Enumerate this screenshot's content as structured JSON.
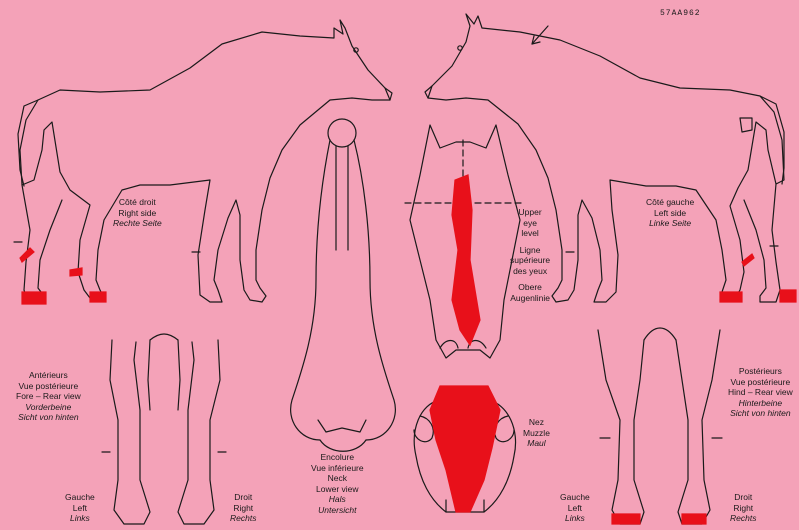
{
  "reference_code": "57AA962",
  "colors": {
    "background": "#f4a2b8",
    "ink": "#1a1a1a",
    "marking": "#e8101a"
  },
  "labels": {
    "right_side": {
      "fr": "Côté droit",
      "en": "Right side",
      "de": "Rechte Seite"
    },
    "left_side": {
      "fr": "Côté gauche",
      "en": "Left side",
      "de": "Linke Seite"
    },
    "eye_level": {
      "en_1": "Upper",
      "en_2": "eye",
      "en_3": "level",
      "fr_1": "Ligne",
      "fr_2": "supérieure",
      "fr_3": "des yeux",
      "de_1": "Obere",
      "de_2": "Augenlinie"
    },
    "muzzle": {
      "fr": "Nez",
      "en": "Muzzle",
      "de": "Maul"
    },
    "neck": {
      "fr_1": "Encolure",
      "fr_2": "Vue inférieure",
      "en_1": "Neck",
      "en_2": "Lower view",
      "de_1": "Hals",
      "de_2": "Untersicht"
    },
    "fore_rear": {
      "fr_1": "Antérieurs",
      "fr_2": "Vue postérieure",
      "en": "Fore – Rear view",
      "de_1": "Vorderbeine",
      "de_2": "Sicht von hinten"
    },
    "hind_rear": {
      "fr_1": "Postérieurs",
      "fr_2": "Vue postérieure",
      "en": "Hind – Rear view",
      "de_1": "Hinterbeine",
      "de_2": "Sicht von hinten"
    },
    "fore_left": {
      "fr": "Gauche",
      "en": "Left",
      "de": "Links"
    },
    "fore_right": {
      "fr": "Droit",
      "en": "Right",
      "de": "Rechts"
    },
    "hind_left": {
      "fr": "Gauche",
      "en": "Left",
      "de": "Links"
    },
    "hind_right": {
      "fr": "Droit",
      "en": "Right",
      "de": "Rechts"
    }
  }
}
